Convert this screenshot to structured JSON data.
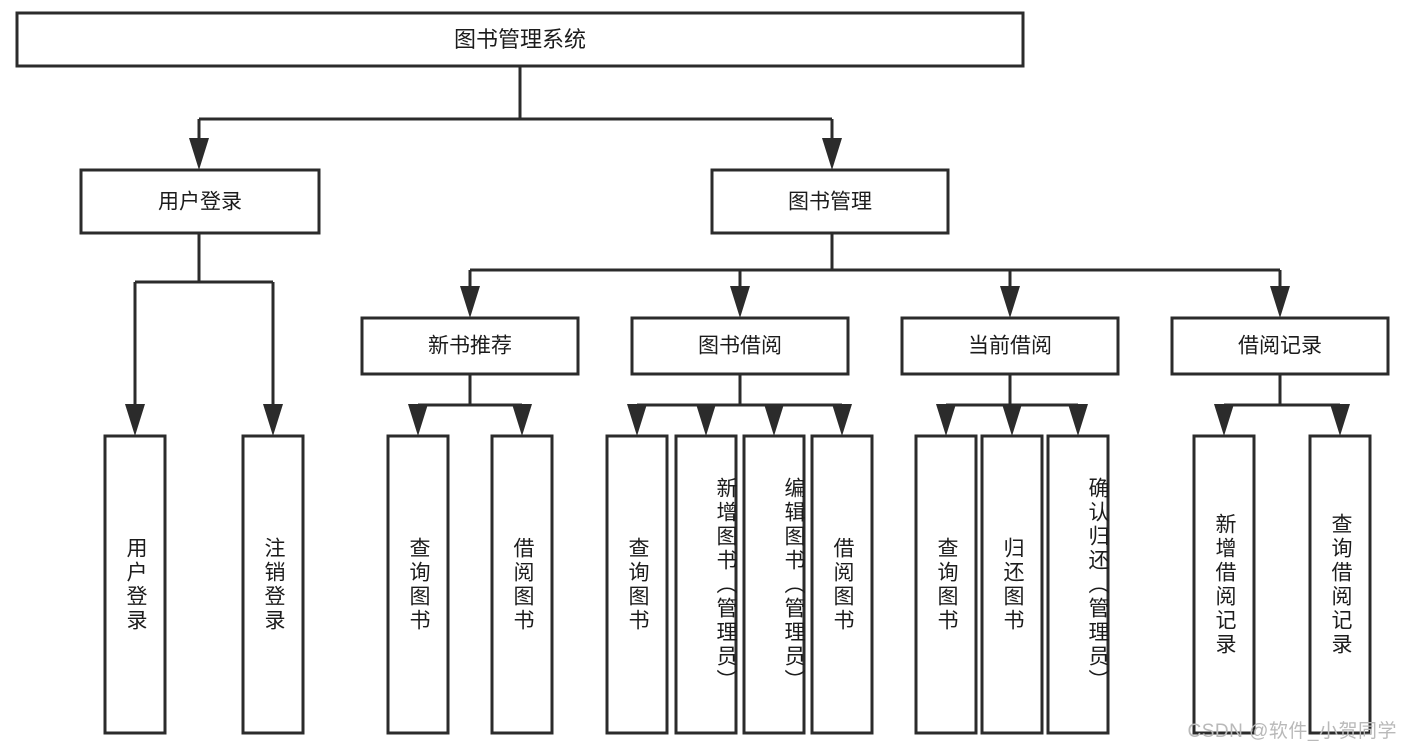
{
  "diagram": {
    "type": "tree-hierarchy",
    "orientation": "top-down",
    "background_color": "#ffffff",
    "line_color": "#2b2b2b",
    "text_color": "#1c1c1c",
    "root": {
      "id": "root",
      "label": "图书管理系统"
    },
    "level1": [
      {
        "id": "user-login",
        "label": "用户登录"
      },
      {
        "id": "book-management",
        "label": "图书管理"
      }
    ],
    "level2": [
      {
        "id": "new-book-recommend",
        "label": "新书推荐",
        "parent": "book-management"
      },
      {
        "id": "book-borrow",
        "label": "图书借阅",
        "parent": "book-management"
      },
      {
        "id": "current-borrow",
        "label": "当前借阅",
        "parent": "book-management"
      },
      {
        "id": "borrow-record",
        "label": "借阅记录",
        "parent": "book-management"
      }
    ],
    "leaves": [
      {
        "id": "leaf-user-login",
        "label": "用户登录",
        "parent": "user-login"
      },
      {
        "id": "leaf-logout-login",
        "label": "注销登录",
        "parent": "user-login"
      },
      {
        "id": "leaf-query-book-1",
        "label": "查询图书",
        "parent": "new-book-recommend"
      },
      {
        "id": "leaf-borrow-book-1",
        "label": "借阅图书",
        "parent": "new-book-recommend"
      },
      {
        "id": "leaf-query-book-2",
        "label": "查询图书",
        "parent": "book-borrow"
      },
      {
        "id": "leaf-add-book",
        "label": "新增图书（管理员）",
        "parent": "book-borrow"
      },
      {
        "id": "leaf-edit-book",
        "label": "编辑图书（管理员）",
        "parent": "book-borrow"
      },
      {
        "id": "leaf-borrow-book-2",
        "label": "借阅图书",
        "parent": "book-borrow"
      },
      {
        "id": "leaf-query-book-3",
        "label": "查询图书",
        "parent": "current-borrow"
      },
      {
        "id": "leaf-return-book",
        "label": "归还图书",
        "parent": "current-borrow"
      },
      {
        "id": "leaf-confirm-return",
        "label": "确认归还（管理员）",
        "parent": "current-borrow"
      },
      {
        "id": "leaf-add-record",
        "label": "新增借阅记录",
        "parent": "borrow-record"
      },
      {
        "id": "leaf-query-record",
        "label": "查询借阅记录",
        "parent": "borrow-record"
      }
    ]
  },
  "watermark": {
    "text": "CSDN @软件_小贺同学"
  }
}
